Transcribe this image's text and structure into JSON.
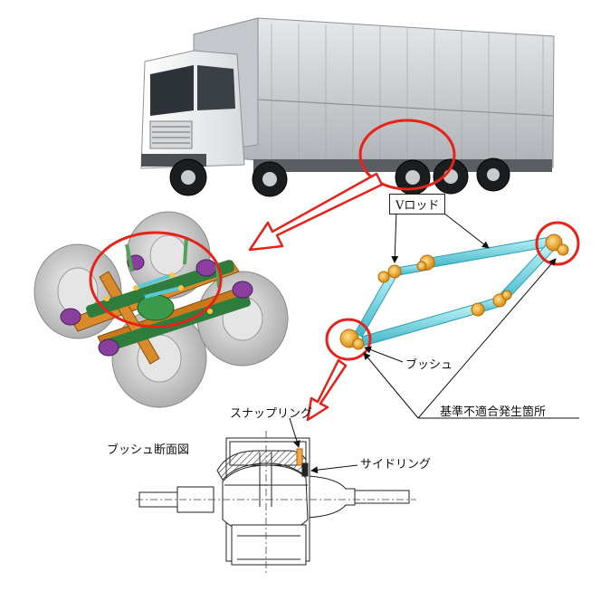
{
  "labels": {
    "v_rod": "Vロッド",
    "bush": "ブッシュ",
    "defect_location": "基準不適合発生箇所",
    "snap_ring": "スナップリング",
    "bush_section_title": "ブッシュ断面図",
    "side_ring": "サイドリング"
  },
  "colors": {
    "highlight_red": "#e5231b",
    "rod_cyan": "#6fd9e6",
    "bush_orange": "#f0a020",
    "body_silver": "#c9ccd0",
    "cab_white": "#f3f4f5"
  }
}
